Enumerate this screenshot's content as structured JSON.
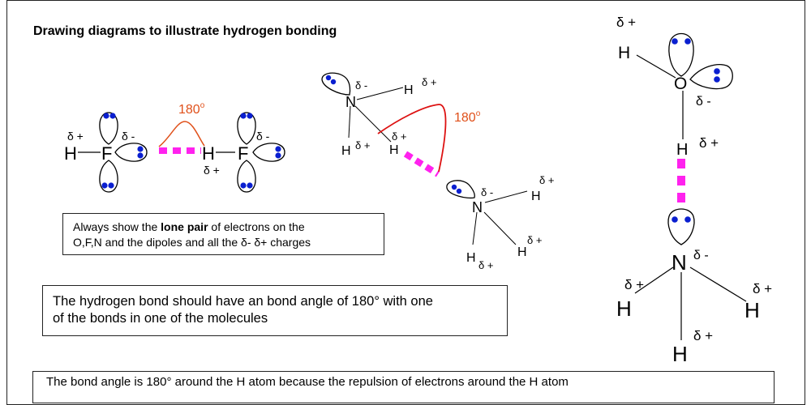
{
  "title": "Drawing diagrams to illustrate hydrogen bonding",
  "note1": {
    "line1_prefix": "Always show the ",
    "line1_bold": "lone pair",
    "line1_suffix": " of electrons on the",
    "line2": "O,F,N and the dipoles and all the δ- δ+ charges"
  },
  "note2": {
    "line1": "The hydrogen bond should have an bond angle of 180° with one",
    "line2": "of the bonds in one of the molecules"
  },
  "note3": {
    "text": "The bond angle is 180° around the H atom because the repulsion of electrons around the H atom"
  },
  "labels": {
    "angle": "180",
    "degree": "o",
    "delta_plus": "δ +",
    "delta_minus": "δ -",
    "atom_H": "H",
    "atom_F": "F",
    "atom_N": "N",
    "atom_O": "O"
  },
  "colors": {
    "hbond": "#ff22ee",
    "angle": "#e0501a",
    "angle_arc_hf": "#e0501a",
    "angle_arc_nh3": "#dd1111",
    "electron": "#0a1fd0",
    "lines": "#000000"
  }
}
